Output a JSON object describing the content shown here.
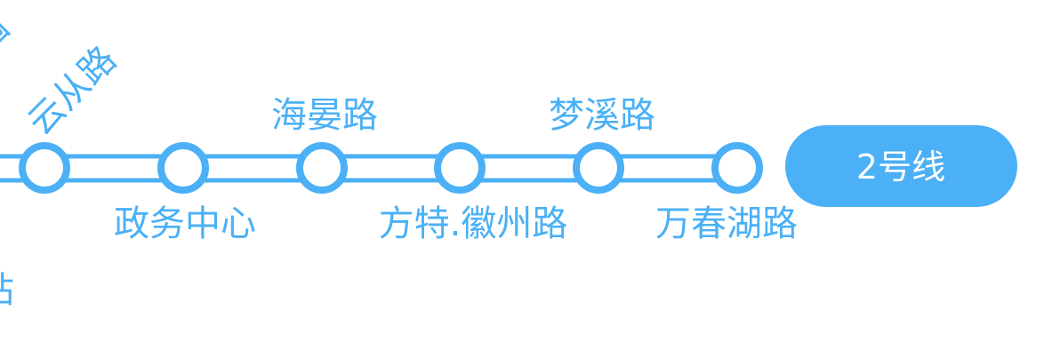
{
  "colors": {
    "line": "#4bb0f5",
    "badge_text": "#ffffff",
    "station_fill": "#ffffff",
    "background": "#ffffff"
  },
  "line_badge": {
    "label": "2号线"
  },
  "stations": [
    {
      "name": "云从路"
    },
    {
      "name": "政务中心"
    },
    {
      "name": "海晏路"
    },
    {
      "name": "方特.徽州路"
    },
    {
      "name": "梦溪路"
    },
    {
      "name": "万春湖路"
    }
  ],
  "partial_labels": {
    "top_left": "园",
    "bottom_left": "站"
  }
}
